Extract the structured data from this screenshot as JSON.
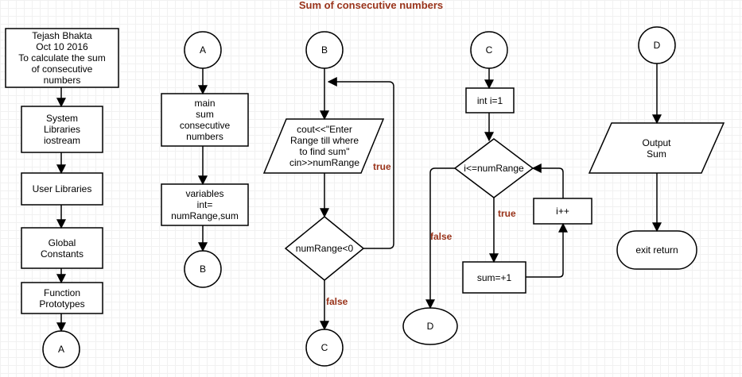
{
  "title": "Sum of consecutive numbers",
  "nodes": {
    "header": "Tejash Bhakta\nOct 10 2016\nTo calculate the sum\nof consecutive\nnumbers",
    "sys_libs": "System\nLibraries\niostream",
    "user_libs": "User Libraries",
    "global_const": "Global\nConstants",
    "func_proto": "Function\nPrototypes",
    "conn_a1": "A",
    "conn_a2": "A",
    "main_block": "main\nsum\nconsecutive\nnumbers",
    "vars_block": "variables\nint=\nnumRange,sum",
    "conn_b1": "B",
    "conn_b2": "B",
    "input_block": "cout<<\"Enter\nRange till where\nto find sum\"\ncin>>numRange",
    "cond_range": "numRange<0",
    "conn_c1": "C",
    "conn_c2": "C",
    "init_i": "int i=1",
    "cond_loop": "i<=numRange",
    "sum_step": "sum=+1",
    "incr_i": "i++",
    "conn_d1": "D",
    "conn_d2": "D",
    "output_block": "Output\nSum",
    "exit_block": "exit return"
  },
  "edge_labels": {
    "range_true": "true",
    "range_false": "false",
    "loop_true": "true",
    "loop_false": "false"
  },
  "colors": {
    "title": "#99331a",
    "edge_label": "#99331a",
    "stroke": "#000000"
  }
}
